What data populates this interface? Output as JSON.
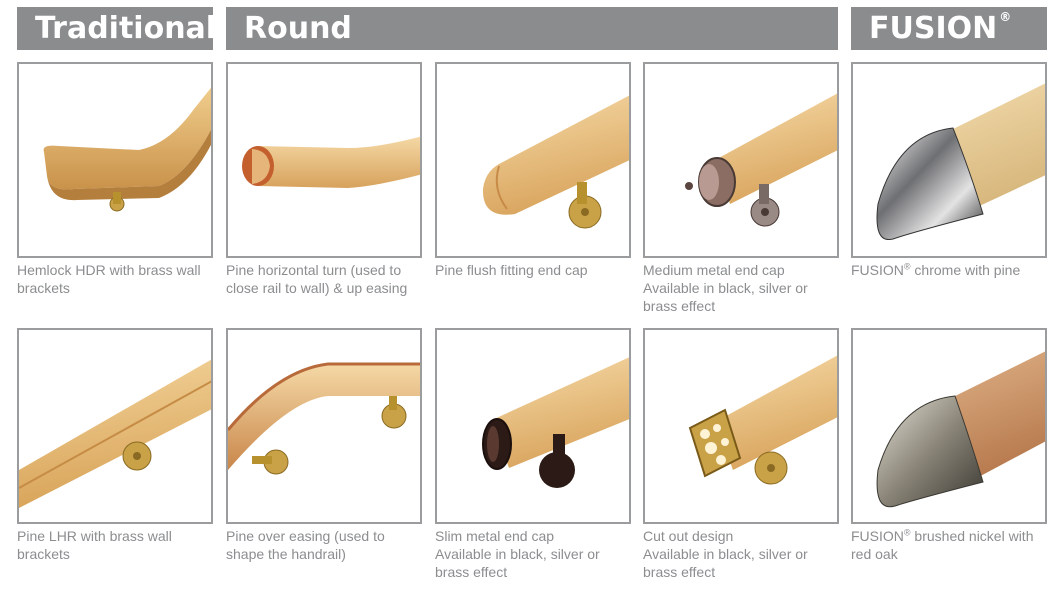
{
  "headers": {
    "traditional": "Traditional",
    "round": "Round",
    "fusion": "FUSION",
    "fusion_mark": "®"
  },
  "captions": {
    "hemlock": [
      "Hemlock HDR with brass wall",
      "brackets"
    ],
    "pine_horizontal": [
      "Pine horizontal turn (used to",
      "close rail to wall) & up easing"
    ],
    "pine_flush": [
      "Pine flush fitting end cap"
    ],
    "medium_metal": [
      "Medium metal end cap",
      "Available in black, silver or",
      "brass effect"
    ],
    "fusion_chrome": {
      "brand": "FUSION",
      "mark": "®",
      "rest": " chrome with pine"
    },
    "pine_lhr": [
      "Pine LHR with brass wall",
      "brackets"
    ],
    "pine_over": [
      "Pine over easing (used to",
      "shape the handrail)"
    ],
    "slim_metal": [
      "Slim metal end cap",
      "Available in black, silver or",
      "brass effect"
    ],
    "cut_out": [
      "Cut out design",
      "Available in black, silver or",
      "brass effect"
    ],
    "fusion_nickel": {
      "brand": "FUSION",
      "mark": "®",
      "line1_rest": " brushed nickel with",
      "line2": "red oak"
    }
  },
  "colors": {
    "header_bg": "#8a8c8e",
    "tile_border": "#9a9c9e",
    "caption_text": "#8b8d8f",
    "pine": "#e9bf7e",
    "oak": "#c98f5a",
    "brass": "#c9a248",
    "chrome": "#d9d9d9"
  }
}
